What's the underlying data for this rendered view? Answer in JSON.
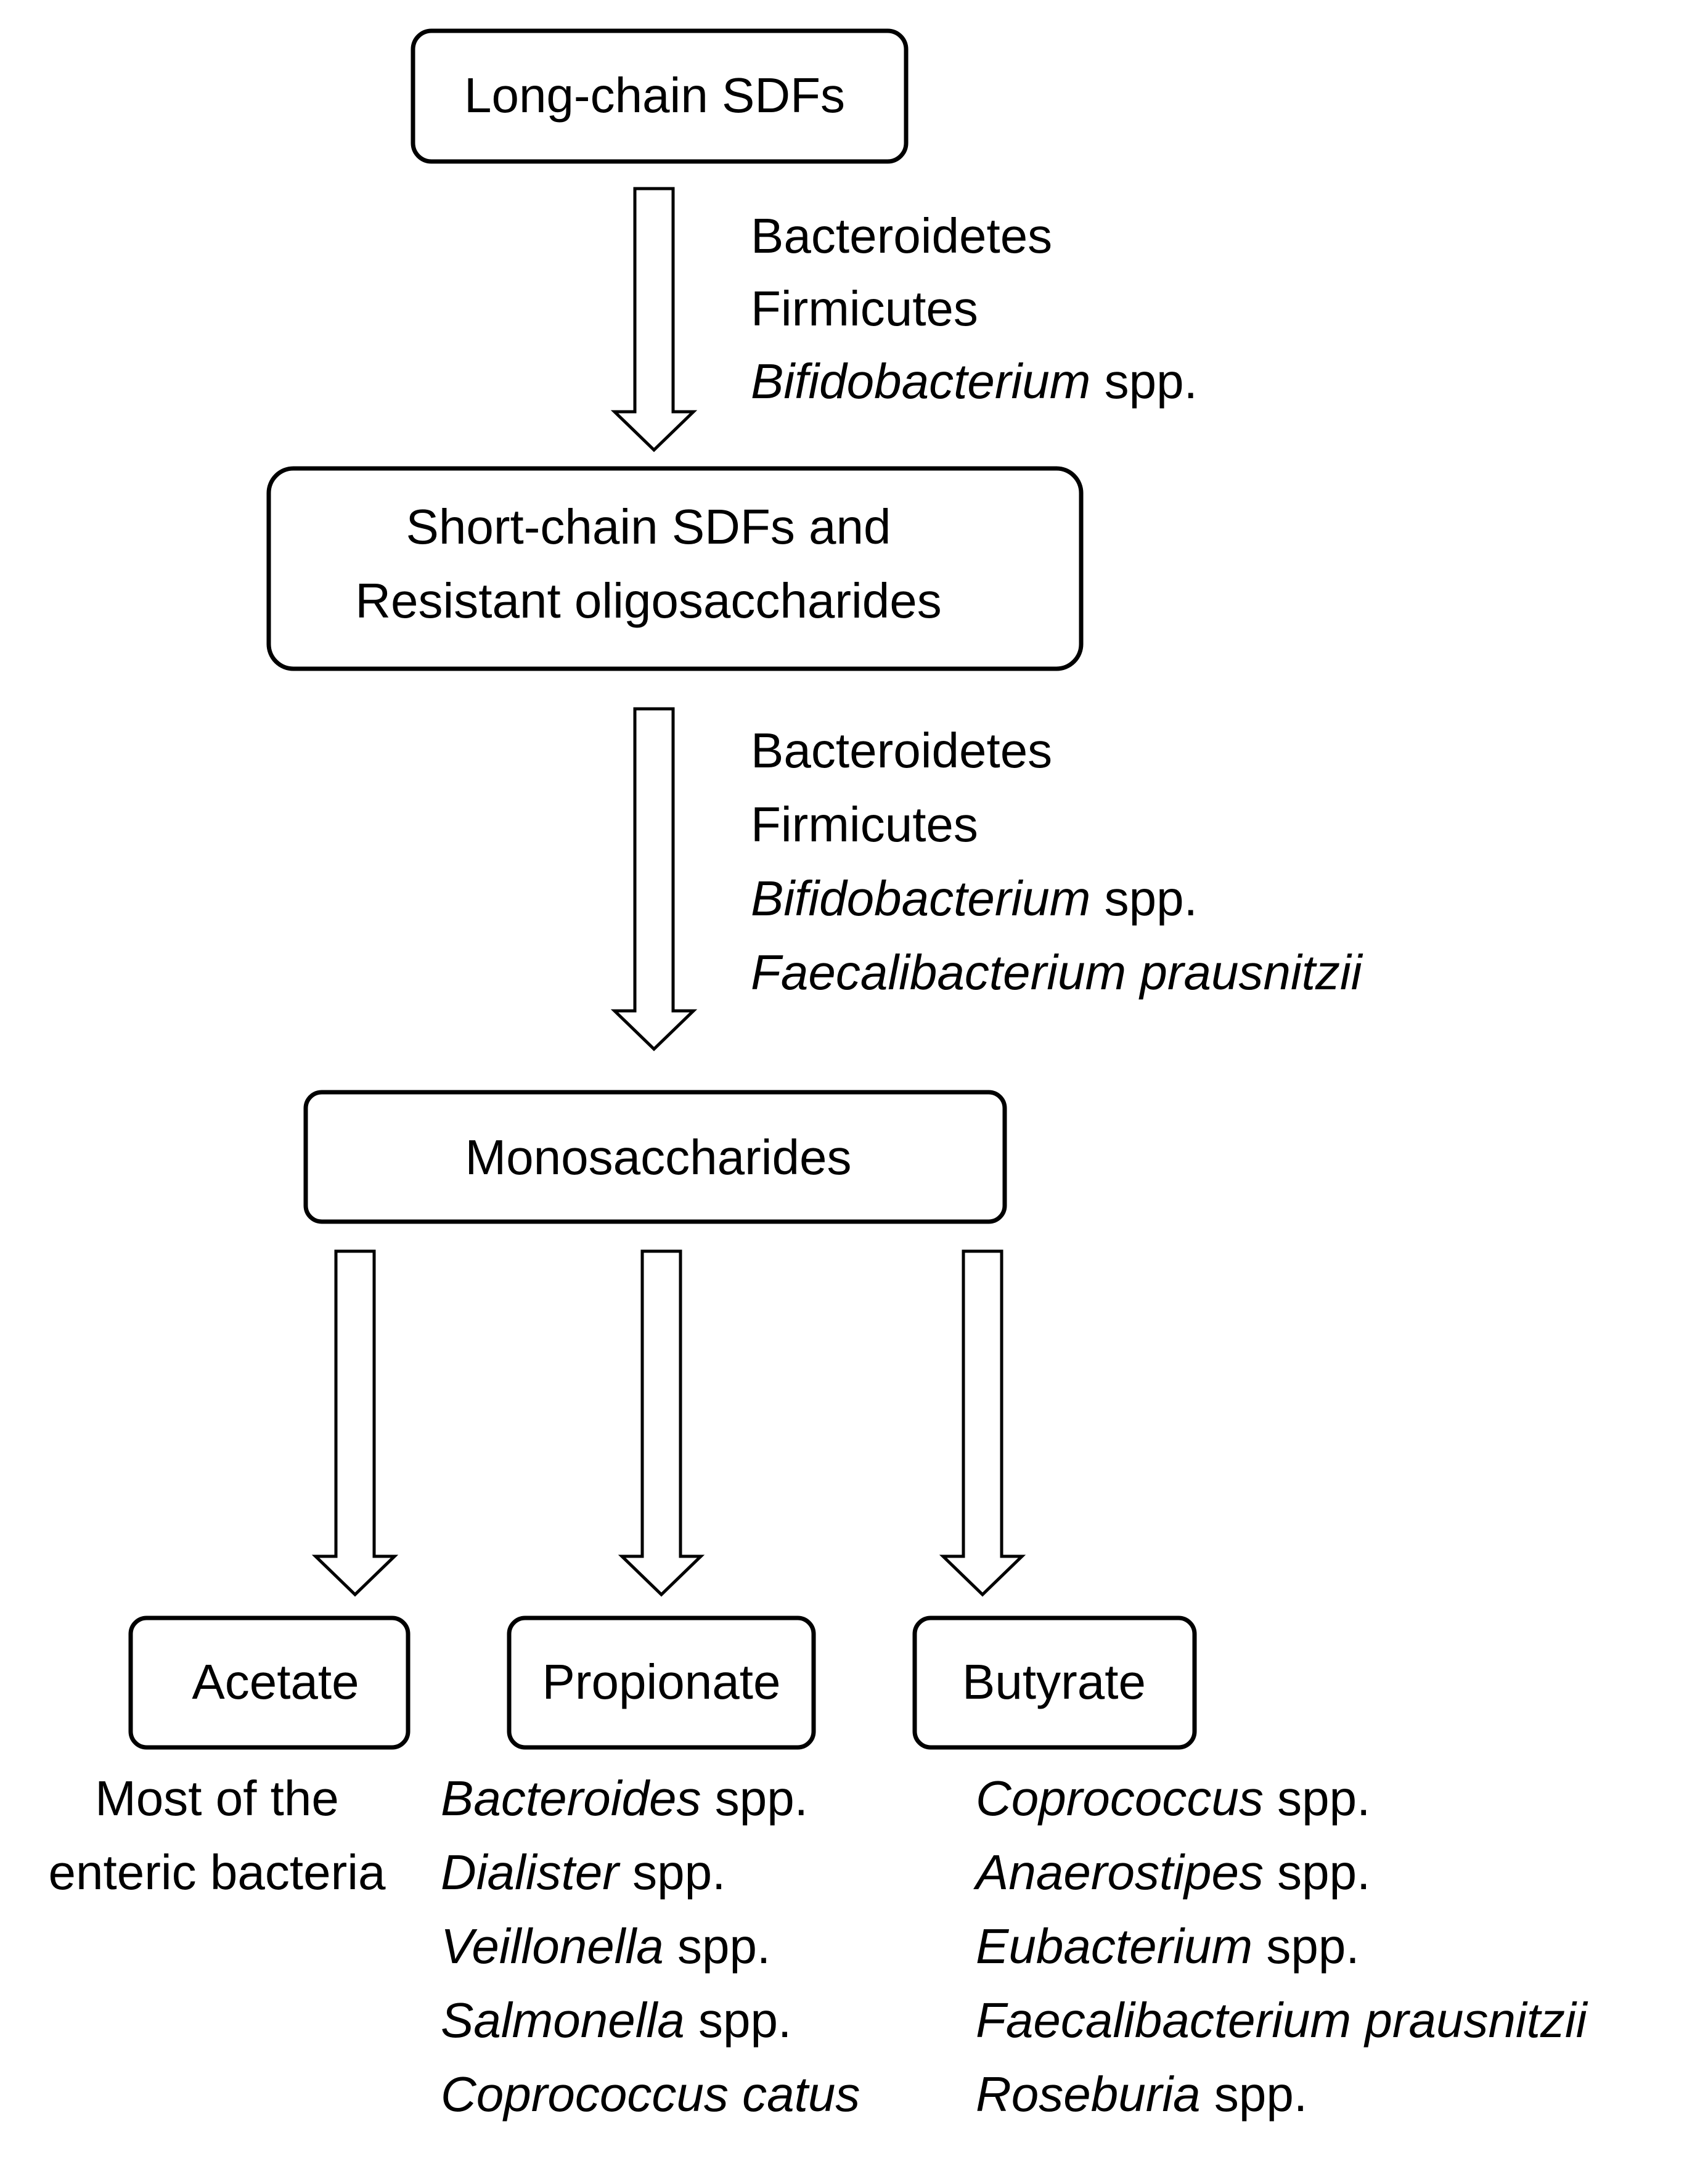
{
  "nodes": {
    "long_chain": {
      "lines": [
        "Long-chain SDFs"
      ]
    },
    "short_chain": {
      "lines": [
        "Short-chain SDFs and",
        "Resistant oligosaccharides"
      ]
    },
    "monosaccharides": {
      "lines": [
        "Monosaccharides"
      ]
    },
    "acetate": {
      "lines": [
        "Acetate"
      ]
    },
    "propionate": {
      "lines": [
        "Propionate"
      ]
    },
    "butyrate": {
      "lines": [
        "Butyrate"
      ]
    }
  },
  "edge_labels": {
    "step1": [
      {
        "italic": "",
        "plain": "Bacteroidetes"
      },
      {
        "italic": "",
        "plain": "Firmicutes"
      },
      {
        "italic": "Bifidobacterium",
        "plain": " spp."
      }
    ],
    "step2": [
      {
        "italic": "",
        "plain": "Bacteroidetes"
      },
      {
        "italic": "",
        "plain": "Firmicutes"
      },
      {
        "italic": "Bifidobacterium",
        "plain": " spp."
      },
      {
        "italic": "Faecalibacterium prausnitzii",
        "plain": ""
      }
    ]
  },
  "producers": {
    "acetate": [
      {
        "italic": "",
        "plain": "Most of the"
      },
      {
        "italic": "",
        "plain": "enteric bacteria"
      }
    ],
    "propionate": [
      {
        "italic": "Bacteroides",
        "plain": " spp."
      },
      {
        "italic": "Dialister",
        "plain": " spp."
      },
      {
        "italic": "Veillonella",
        "plain": " spp."
      },
      {
        "italic": "Salmonella",
        "plain": " spp."
      },
      {
        "italic": "Coprococcus catus",
        "plain": ""
      }
    ],
    "butyrate": [
      {
        "italic": "Coprococcus",
        "plain": " spp."
      },
      {
        "italic": "Anaerostipes",
        "plain": " spp."
      },
      {
        "italic": "Eubacterium",
        "plain": " spp."
      },
      {
        "italic": "Faecalibacterium prausnitzii",
        "plain": ""
      },
      {
        "italic": "Roseburia",
        "plain": " spp."
      }
    ]
  }
}
